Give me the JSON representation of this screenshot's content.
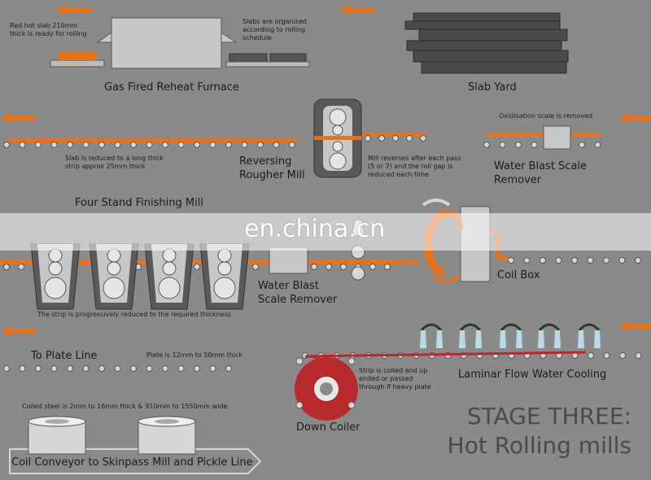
{
  "colors": {
    "background": "#8a8a8a",
    "strip": "#e8731a",
    "roller": "#d6d6d6",
    "machine": "#c7c7c7",
    "coil": "#b8292a",
    "water": "#bfe3f0",
    "title": "#4a4a4a"
  },
  "stage": {
    "line1": "STAGE THREE:",
    "line2": "Hot Rolling mills"
  },
  "watermark": "en.china.cn",
  "row1": {
    "furnace": {
      "title": "Gas Fired Reheat Furnace",
      "note_left": "Red hot slab 210mm\nthick is ready for rolling",
      "note_right": "Slabs are organised\naccording to rolling\nschedule"
    },
    "slab_yard": {
      "title": "Slab Yard"
    }
  },
  "row2": {
    "rougher": {
      "title": "Reversing\nRougher Mill"
    },
    "note_slab": "Slab is reduced to a long thick\nstrip approx 25mm thick",
    "note_mill": "Mill reverses after each pass\n(5 or 7) and the roll gap is\nreduced each time",
    "scale_remover": {
      "title": "Water Blast Scale\nRemover",
      "note": "Oxidisation scale is removed"
    }
  },
  "row3": {
    "finishing": {
      "title": "Four Stand Finishing Mill",
      "note": "The strip is progressively reduced to the required thickness"
    },
    "scale_remover": {
      "title": "Water Blast\nScale Remover"
    },
    "coil_box": {
      "title": "Coil Box"
    }
  },
  "row4": {
    "plate_line": {
      "title": "To Plate Line",
      "note": "Plate is 12mm to 50mm thick"
    },
    "laminar": {
      "title": "Laminar Flow Water Cooling"
    },
    "coiler": {
      "title": "Down Coiler",
      "note": "Strip is coiled and up\nended or passed\nthrough if heavy plate"
    }
  },
  "row5": {
    "note": "Coiled steel is 2mm to 16mm thick & 910mm to 1550mm wide",
    "conveyor": {
      "title": "Coil Conveyor to Skinpass Mill and Pickle Line"
    }
  }
}
